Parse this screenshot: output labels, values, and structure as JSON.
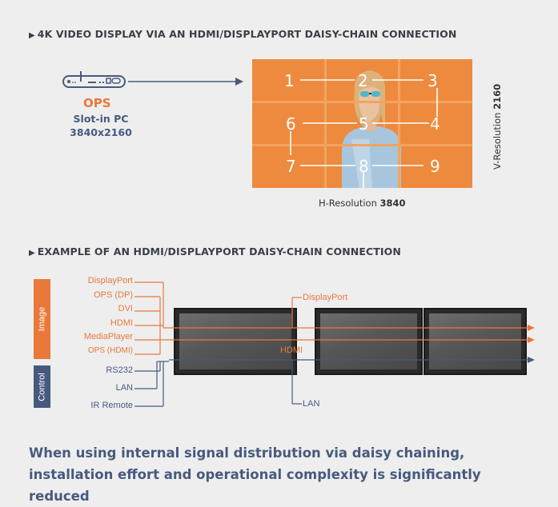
{
  "section1": {
    "heading": "4K VIDEO DISPLAY VIA AN HDMI/DISPLAYPORT DAISY-CHAIN CONNECTION",
    "ops_title": "OPS",
    "ops_sub1": "Slot-in PC",
    "ops_sub2": "3840x2160",
    "tiles": [
      "1",
      "2",
      "3",
      "4",
      "5",
      "6",
      "7",
      "8",
      "9"
    ],
    "h_resolution_label": "H-Resolution",
    "h_resolution_value": "3840",
    "v_resolution_label": "V-Resolution",
    "v_resolution_value": "2160"
  },
  "section2": {
    "heading": "EXAMPLE OF AN HDMI/DISPLAYPORT DAISY-CHAIN CONNECTION",
    "image_box": "Image",
    "control_box": "Control",
    "image_inputs": [
      "DisplayPort",
      "OPS (DP)",
      "DVI",
      "HDMI",
      "MediaPlayer",
      "OPS (HDMI)"
    ],
    "control_inputs": [
      "RS232",
      "LAN",
      "IR Remote"
    ],
    "link_labels": {
      "displayport": "DisplayPort",
      "hdmi": "HDMI",
      "lan": "LAN"
    }
  },
  "footer": {
    "text": "When using internal signal distribution via daisy chaining, installation effort and operational complexity is significantly reduced"
  },
  "colors": {
    "orange": "#e8793a",
    "blue": "#475a7e",
    "background": "#eeeeef"
  }
}
